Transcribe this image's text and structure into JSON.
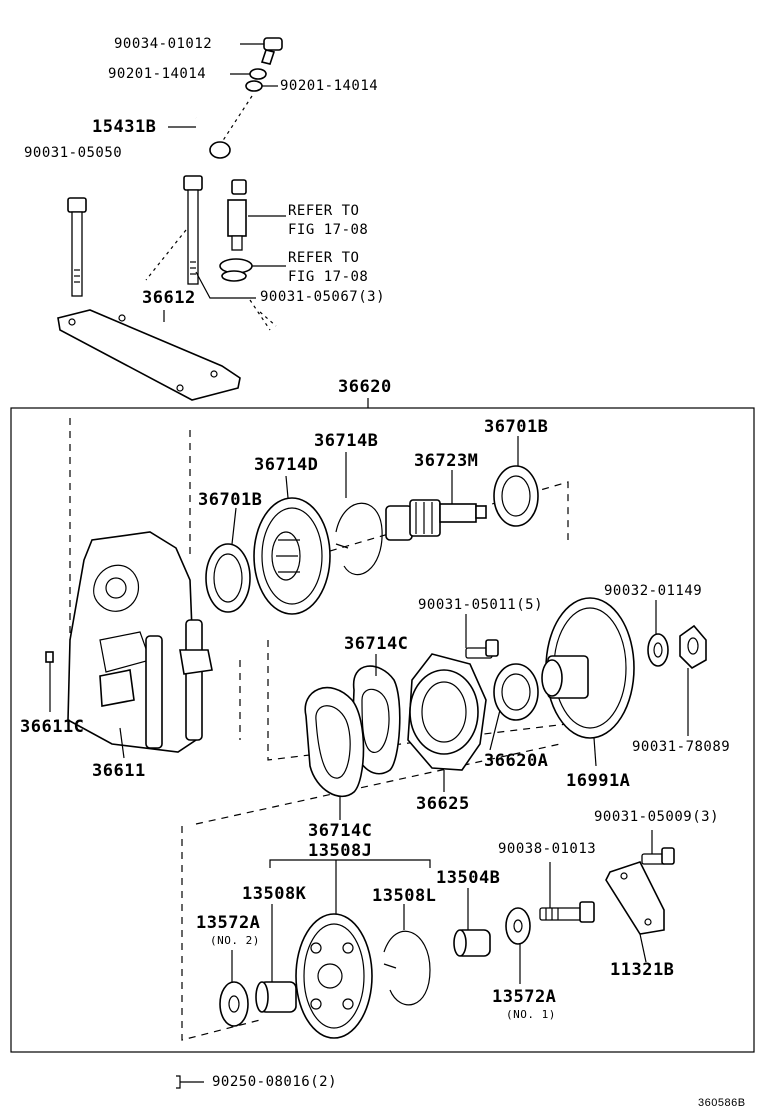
{
  "labels": {
    "p90034_01012": "90034-01012",
    "p90201_14014_a": "90201-14014",
    "p90201_14014_b": "90201-14014",
    "p15431b": "15431B",
    "p90031_05050": "90031-05050",
    "refer_to_1": "REFER TO",
    "fig_17_08_1": "FIG 17-08",
    "refer_to_2": "REFER TO",
    "fig_17_08_2": "FIG 17-08",
    "p36612": "36612",
    "p90031_05067": "90031-05067(3)",
    "p36620": "36620",
    "p36714b": "36714B",
    "p36701b_top": "36701B",
    "p36714d": "36714D",
    "p36723m": "36723M",
    "p36701b_left": "36701B",
    "p90032_01149": "90032-01149",
    "p90031_05011": "90031-05011(5)",
    "p36714c_top": "36714C",
    "p36611c": "36611C",
    "p36611": "36611",
    "p36620a": "36620A",
    "p16991a": "16991A",
    "p90031_78089": "90031-78089",
    "p36625": "36625",
    "p90031_05009": "90031-05009(3)",
    "p36714c_bot": "36714C",
    "p13508j": "13508J",
    "p90038_01013": "90038-01013",
    "p13508k": "13508K",
    "p13504b": "13504B",
    "p13508l": "13508L",
    "p13572a_left": "13572A",
    "no2": "(NO. 2)",
    "p11321b": "11321B",
    "p13572a_right": "13572A",
    "no1": "(NO. 1)",
    "p90250_08016": "90250-08016(2)",
    "diagram_id": "360586B"
  }
}
